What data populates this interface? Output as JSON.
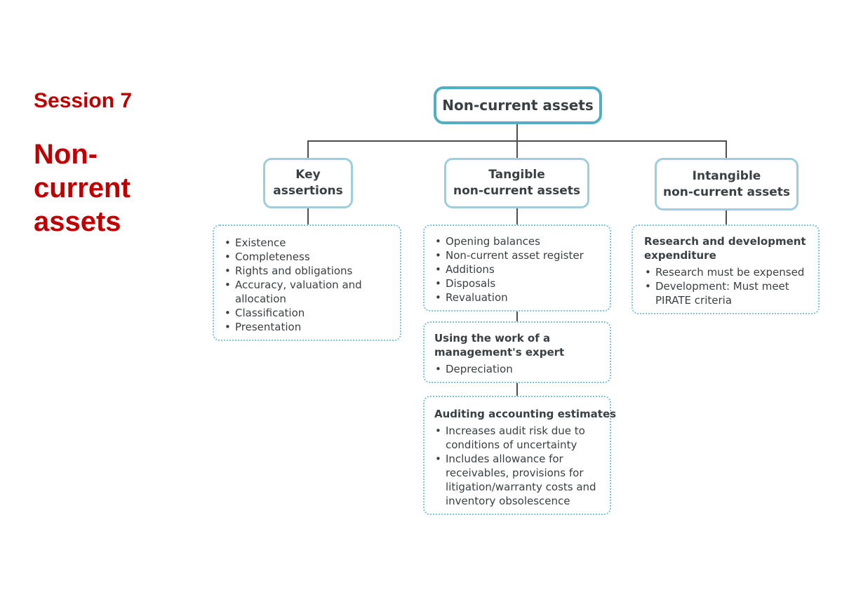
{
  "colors": {
    "accent_red": "#C00000",
    "root_border": "#4FB0C0",
    "branch_border": "#9CCEDD",
    "dashed_border": "#7FC4DA",
    "connector": "#4E4E4E",
    "text": "#3A3F43"
  },
  "slide": {
    "session_label": "Session 7",
    "title": "Non-\ncurrent\nassets"
  },
  "diagram": {
    "root_label": "Non-current assets",
    "branches": {
      "key_assertions": {
        "label": "Key\nassertions",
        "items": [
          "Existence",
          "Completeness",
          "Rights and obligations",
          "Accuracy, valuation and allocation",
          "Classification",
          "Presentation"
        ]
      },
      "tangible": {
        "label": "Tangible\nnon-current assets",
        "items": [
          "Opening balances",
          "Non-current asset register",
          "Additions",
          "Disposals",
          "Revaluation"
        ],
        "expert": {
          "heading": "Using the work of a\nmanagement's expert",
          "items": [
            "Depreciation"
          ]
        },
        "estimates": {
          "heading": "Auditing accounting estimates",
          "items": [
            "Increases audit risk due to conditions of uncertainty",
            "Includes allowance for receivables, provisions for litigation/warranty costs and inventory obsolescence"
          ]
        }
      },
      "intangible": {
        "label": "Intangible\nnon-current assets",
        "rnd": {
          "heading": "Research and development\nexpenditure",
          "items": [
            "Research must be expensed",
            "Development: Must meet PIRATE criteria"
          ]
        }
      }
    }
  }
}
